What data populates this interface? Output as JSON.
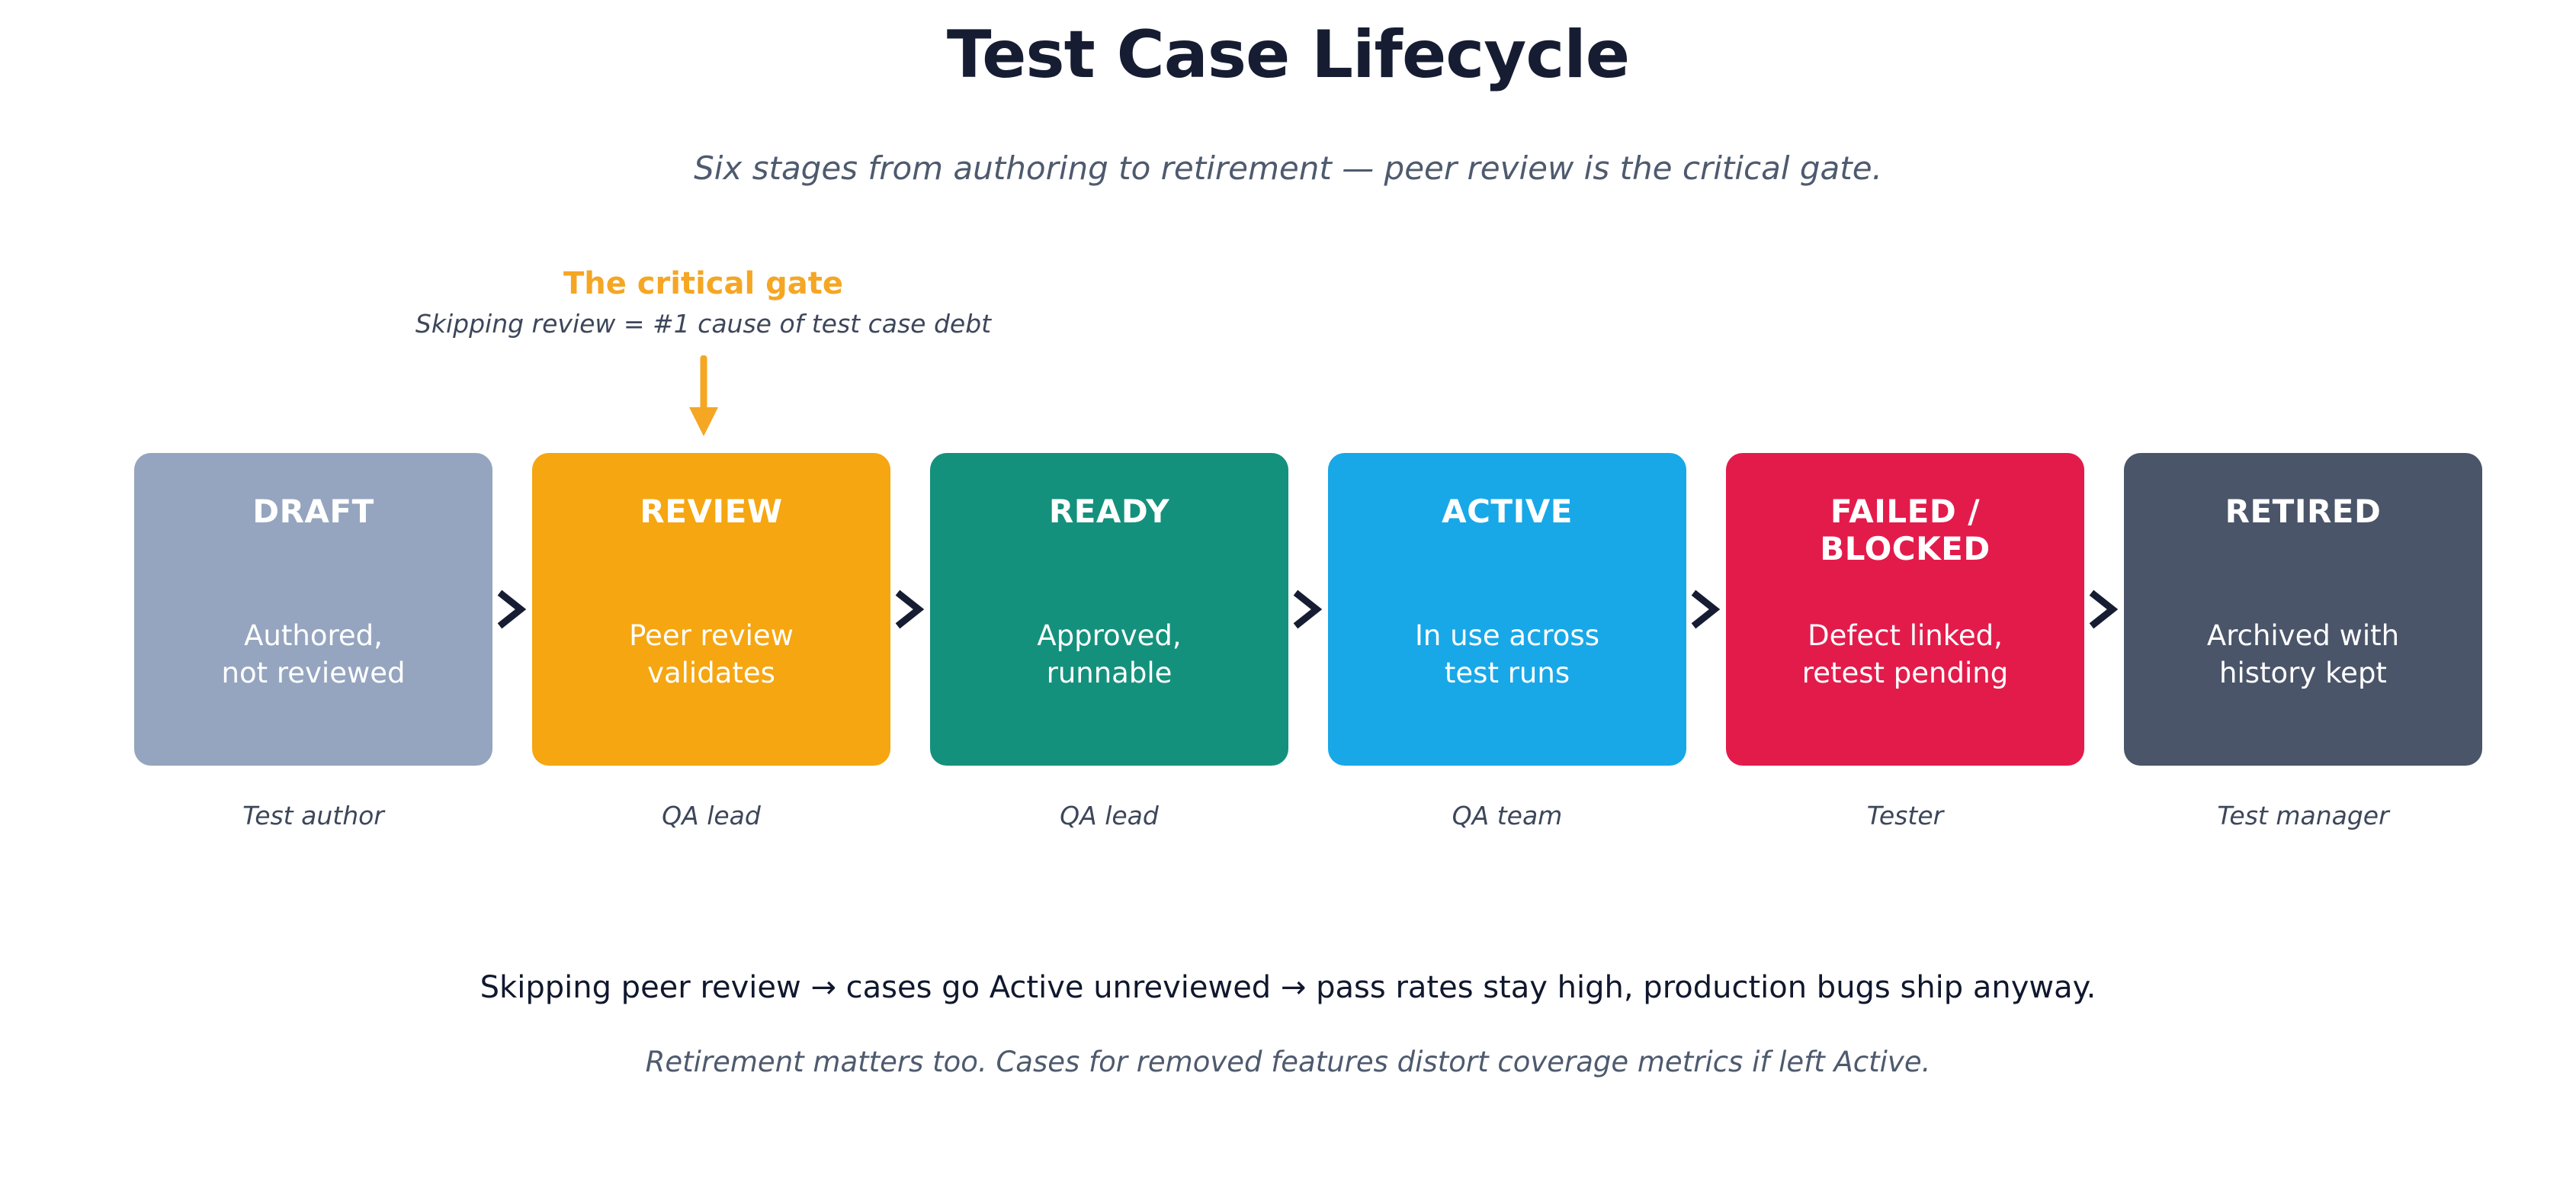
{
  "header": {
    "title": "Test Case Lifecycle",
    "subtitle": "Six stages from authoring to retirement — peer review is the critical gate."
  },
  "callout": {
    "title": "The critical gate",
    "subtitle": "Skipping review = #1 cause of test case debt",
    "arrow_color": "#f5a623",
    "points_to": "REVIEW"
  },
  "colors": {
    "draft": "#95a5bf",
    "review": "#f5a611",
    "ready": "#14917c",
    "active": "#18a8e8",
    "failed": "#e31b4b",
    "retired": "#4a5569",
    "connector": "#161d33",
    "title": "#161d33",
    "muted": "#4e5a6e"
  },
  "stages": [
    {
      "name": "DRAFT",
      "description": "Authored,\nnot reviewed",
      "role": "Test author",
      "color": "#95a5bf"
    },
    {
      "name": "REVIEW",
      "description": "Peer review\nvalidates",
      "role": "QA lead",
      "color": "#f5a611"
    },
    {
      "name": "READY",
      "description": "Approved,\nrunnable",
      "role": "QA lead",
      "color": "#14917c"
    },
    {
      "name": "ACTIVE",
      "description": "In use across\ntest runs",
      "role": "QA team",
      "color": "#18a8e8"
    },
    {
      "name": "FAILED /\nBLOCKED",
      "description": "Defect linked,\nretest pending",
      "role": "Tester",
      "color": "#e31b4b"
    },
    {
      "name": "RETIRED",
      "description": "Archived with\nhistory kept",
      "role": "Test manager",
      "color": "#4a5569"
    }
  ],
  "connector_icon": "chevron-right-icon",
  "footer": {
    "main": "Skipping peer review → cases go Active unreviewed → pass rates stay high, production bugs ship anyway.",
    "sub": "Retirement matters too. Cases for removed features distort coverage metrics if left Active."
  }
}
